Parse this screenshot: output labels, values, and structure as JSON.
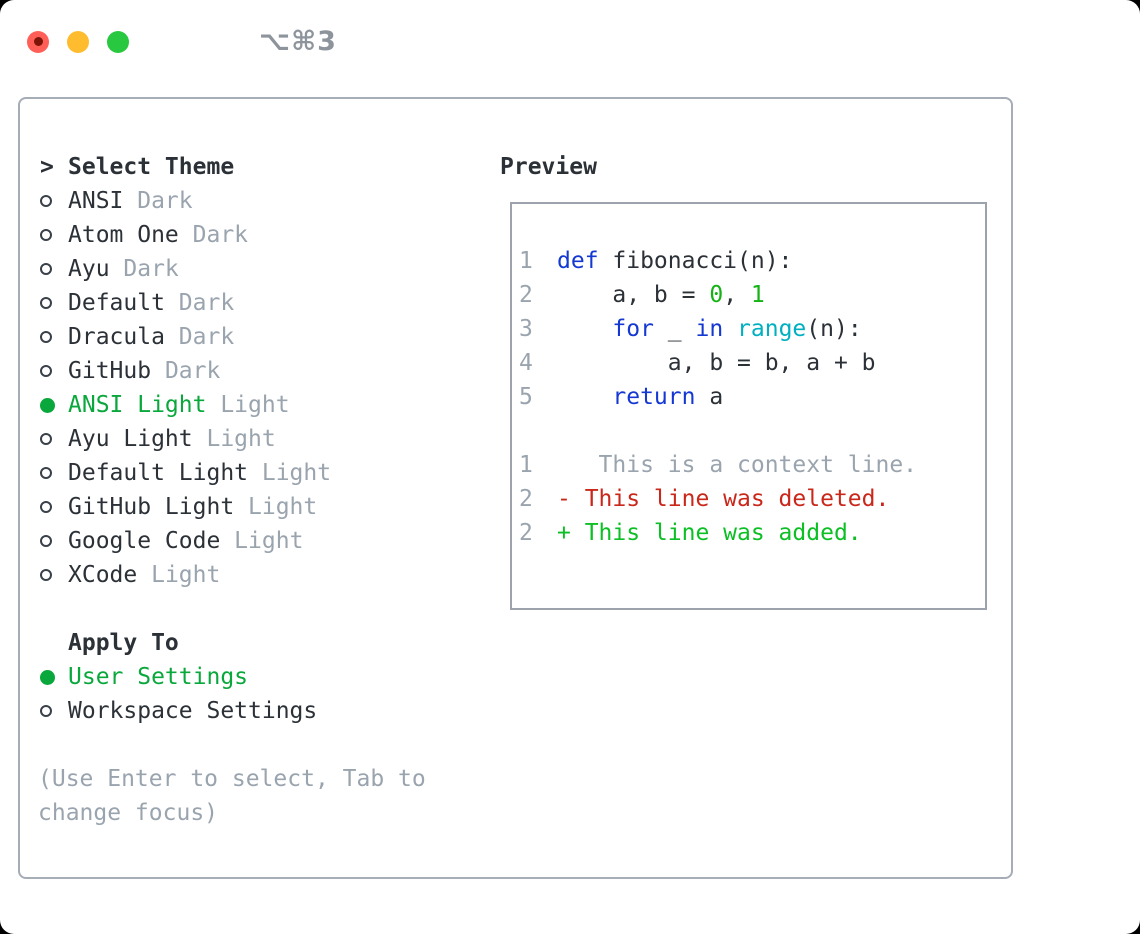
{
  "window": {
    "shortcut_label": "⌥⌘3"
  },
  "colors": {
    "text_dark": "#2b3137",
    "text_gray": "#9aa4ae",
    "ui_green": "#0aa83c",
    "border_gray": "#a6adb6",
    "keyword_blue": "#1438d2",
    "builtin_cyan": "#00b0c0",
    "number_green": "#14b214",
    "added_green": "#0cbf24",
    "deleted_red": "#c9271a",
    "traffic_red": "#ff5f57",
    "traffic_yellow": "#febc2e",
    "traffic_green": "#28c840"
  },
  "theme_panel": {
    "cursor": ">",
    "title": "Select Theme",
    "items": [
      {
        "name": "ANSI",
        "tag": "Dark",
        "selected": false
      },
      {
        "name": "Atom One",
        "tag": "Dark",
        "selected": false
      },
      {
        "name": "Ayu",
        "tag": "Dark",
        "selected": false
      },
      {
        "name": "Default",
        "tag": "Dark",
        "selected": false
      },
      {
        "name": "Dracula",
        "tag": "Dark",
        "selected": false
      },
      {
        "name": "GitHub",
        "tag": "Dark",
        "selected": false
      },
      {
        "name": "ANSI Light",
        "tag": "Light",
        "selected": true
      },
      {
        "name": "Ayu Light",
        "tag": "Light",
        "selected": false
      },
      {
        "name": "Default Light",
        "tag": "Light",
        "selected": false
      },
      {
        "name": "GitHub Light",
        "tag": "Light",
        "selected": false
      },
      {
        "name": "Google Code",
        "tag": "Light",
        "selected": false
      },
      {
        "name": "XCode",
        "tag": "Light",
        "selected": false
      }
    ]
  },
  "apply_panel": {
    "title": "Apply To",
    "options": [
      {
        "label": "User Settings",
        "selected": true
      },
      {
        "label": "Workspace Settings",
        "selected": false
      }
    ]
  },
  "help_text": {
    "line1": "(Use Enter to select, Tab to",
    "line2": "change focus)"
  },
  "preview_panel": {
    "title": "Preview",
    "code_lines": [
      {
        "num": "1",
        "segments": [
          {
            "t": "def",
            "c": "kw"
          },
          {
            "t": " fibonacci(n):",
            "c": "plain"
          }
        ]
      },
      {
        "num": "2",
        "segments": [
          {
            "t": "    a, b = ",
            "c": "plain"
          },
          {
            "t": "0",
            "c": "num"
          },
          {
            "t": ", ",
            "c": "plain"
          },
          {
            "t": "1",
            "c": "num"
          }
        ]
      },
      {
        "num": "3",
        "segments": [
          {
            "t": "    ",
            "c": "plain"
          },
          {
            "t": "for",
            "c": "kw"
          },
          {
            "t": " _ ",
            "c": "plain"
          },
          {
            "t": "in",
            "c": "kw"
          },
          {
            "t": " ",
            "c": "plain"
          },
          {
            "t": "range",
            "c": "fn"
          },
          {
            "t": "(n):",
            "c": "plain"
          }
        ]
      },
      {
        "num": "4",
        "segments": [
          {
            "t": "        a, b = b, a + b",
            "c": "plain"
          }
        ]
      },
      {
        "num": "5",
        "segments": [
          {
            "t": "    ",
            "c": "plain"
          },
          {
            "t": "return",
            "c": "kw"
          },
          {
            "t": " a",
            "c": "plain"
          }
        ]
      }
    ],
    "diff_lines": [
      {
        "num": "1",
        "segments": [
          {
            "t": "   This is a context line.",
            "c": "ctx"
          }
        ]
      },
      {
        "num": "2",
        "segments": [
          {
            "t": "- This line was deleted.",
            "c": "del"
          }
        ]
      },
      {
        "num": "2",
        "segments": [
          {
            "t": "+ This line was added.",
            "c": "add"
          }
        ]
      }
    ]
  }
}
